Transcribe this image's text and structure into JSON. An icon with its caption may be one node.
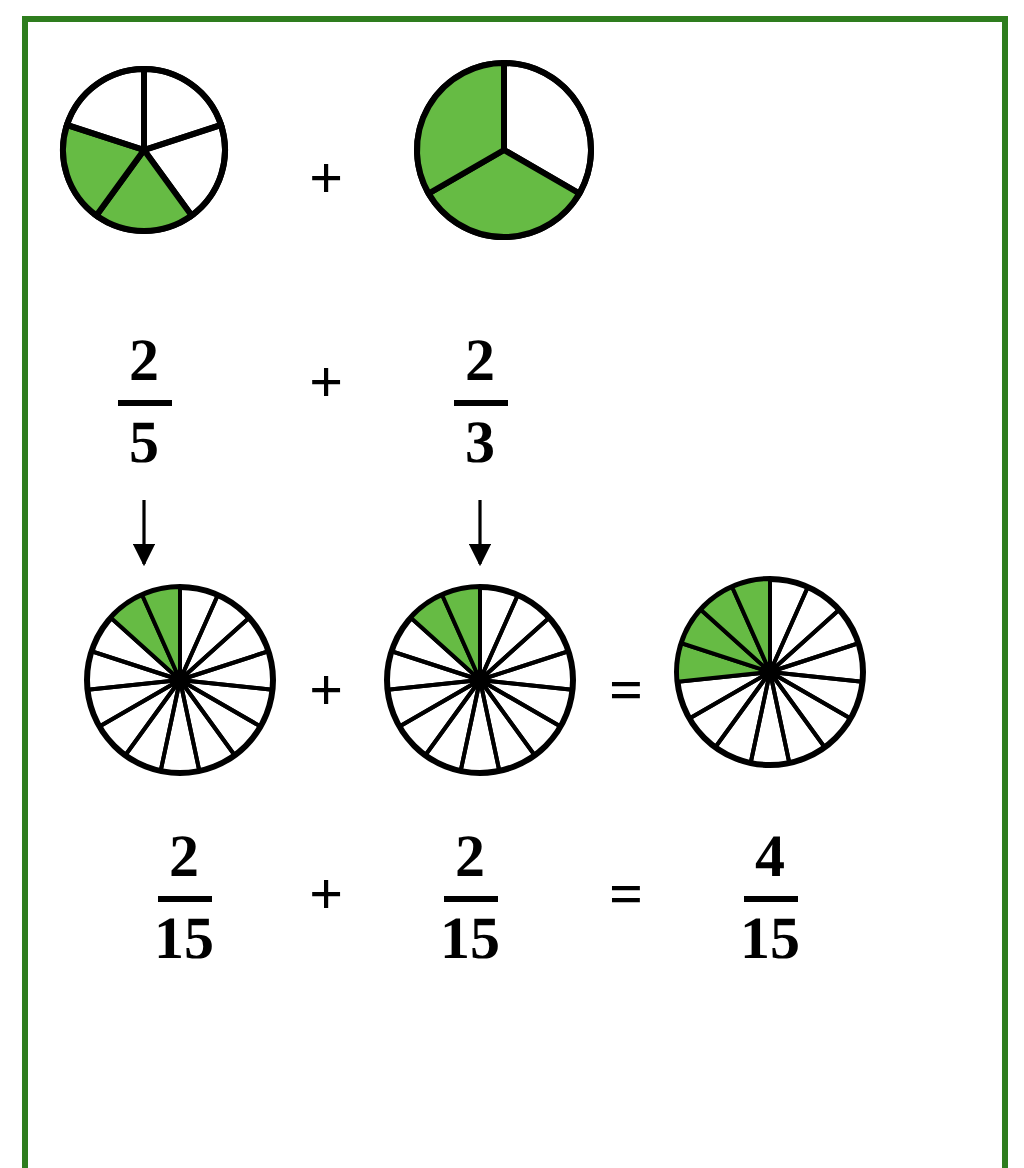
{
  "diagram": {
    "nodes": [
      {
        "text": [],
        "shape": "circle"
      },
      {
        "text": [],
        "shape": "circle"
      },
      {
        "text": [
          "2",
          "5"
        ]
      },
      {
        "text": [
          "2",
          "3"
        ]
      },
      {
        "text": [],
        "shape": "circle"
      },
      {
        "text": [],
        "shape": "circle"
      },
      {
        "text": [],
        "shape": "circle"
      },
      {
        "text": [
          "2",
          "15"
        ]
      },
      {
        "text": [
          "2",
          "15"
        ]
      },
      {
        "text": [
          "4",
          "15"
        ]
      }
    ],
    "edges": [
      {
        "from": 2,
        "to": 4,
        "arrow": "to"
      },
      {
        "from": 3,
        "to": 5,
        "arrow": "to"
      }
    ],
    "labels": [
      "+",
      "+",
      "+",
      "=",
      "+",
      "="
    ]
  }
}
